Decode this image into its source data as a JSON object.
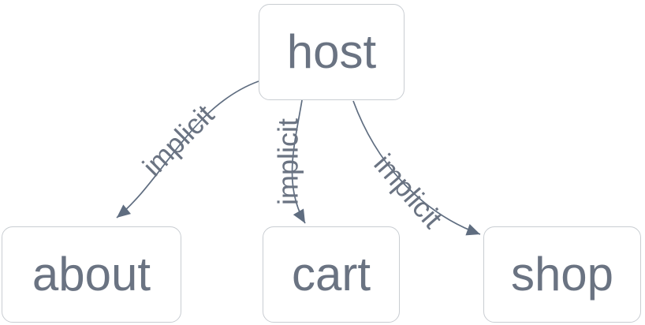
{
  "diagram": {
    "type": "dependency-graph",
    "nodes": [
      {
        "id": "host",
        "label": "host"
      },
      {
        "id": "about",
        "label": "about"
      },
      {
        "id": "cart",
        "label": "cart"
      },
      {
        "id": "shop",
        "label": "shop"
      }
    ],
    "edges": [
      {
        "from": "host",
        "to": "about",
        "label": "implicit"
      },
      {
        "from": "host",
        "to": "cart",
        "label": "implicit"
      },
      {
        "from": "host",
        "to": "shop",
        "label": "implicit"
      }
    ],
    "colors": {
      "background": "#ffffff",
      "node_background": "#ffffff",
      "node_border": "#c9cdd2",
      "node_text": "#6a7382",
      "edge_line": "#5f6d80",
      "edge_label_text": "#6a7382"
    }
  }
}
